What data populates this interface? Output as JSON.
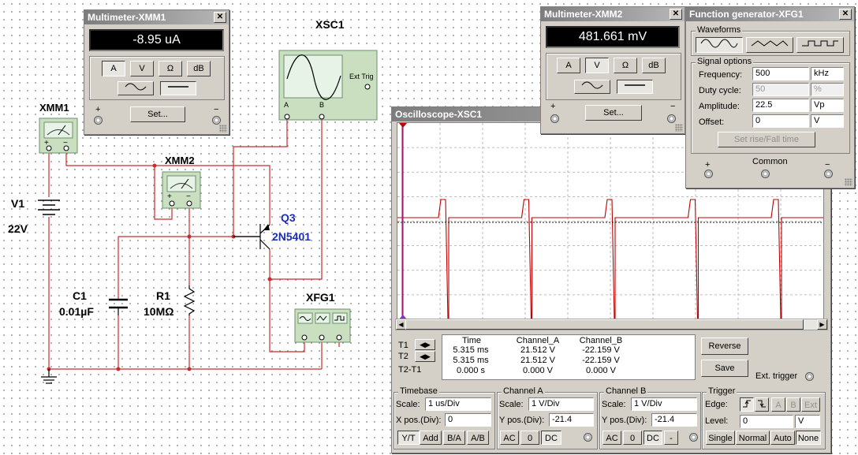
{
  "schematic": {
    "xmm1_label": "XMM1",
    "xmm2_label": "XMM2",
    "xsc1_label": "XSC1",
    "v1_name": "V1",
    "v1_value": "22V",
    "q3_name": "Q3",
    "q3_model": "2N5401",
    "c1_name": "C1",
    "c1_value": "0.01µF",
    "r1_name": "R1",
    "r1_value": "10MΩ",
    "xfg1_label": "XFG1",
    "scope_icon_a": "A",
    "scope_icon_b": "B",
    "scope_icon_ext": "Ext Trig",
    "plus": "+",
    "minus": "−"
  },
  "xmm1": {
    "title": "Multimeter-XMM1",
    "reading": "-8.95 uA",
    "btn_a": "A",
    "btn_v": "V",
    "btn_ohm": "Ω",
    "btn_db": "dB",
    "set": "Set...",
    "plus": "+",
    "minus": "−",
    "selected_mode": "A",
    "selected_coupling": "DC"
  },
  "xmm2": {
    "title": "Multimeter-XMM2",
    "reading": "481.661 mV",
    "btn_a": "A",
    "btn_v": "V",
    "btn_ohm": "Ω",
    "btn_db": "dB",
    "set": "Set...",
    "plus": "+",
    "minus": "−",
    "selected_mode": "V",
    "selected_coupling": "DC"
  },
  "fg": {
    "title": "Function generator-XFG1",
    "waveforms_label": "Waveforms",
    "signal_options_label": "Signal options",
    "frequency_label": "Frequency:",
    "frequency_value": "500",
    "frequency_unit": "kHz",
    "duty_label": "Duty cycle:",
    "duty_value": "50",
    "duty_unit": "%",
    "amplitude_label": "Amplitude:",
    "amplitude_value": "22.5",
    "amplitude_unit": "Vp",
    "offset_label": "Offset:",
    "offset_value": "0",
    "offset_unit": "V",
    "set_rise_fall": "Set rise/Fall time",
    "plus": "+",
    "common": "Common",
    "minus": "−",
    "selected_waveform": "sine"
  },
  "scope": {
    "title": "Oscilloscope-XSC1",
    "readout": {
      "headers": [
        "Time",
        "Channel_A",
        "Channel_B"
      ],
      "t1_label": "T1",
      "t2_label": "T2",
      "t2t1_label": "T2-T1",
      "t1": [
        "5.315 ms",
        "21.512 V",
        "-22.159 V"
      ],
      "t2": [
        "5.315 ms",
        "21.512 V",
        "-22.159 V"
      ],
      "t2t1": [
        "0.000 s",
        "0.000 V",
        "0.000 V"
      ]
    },
    "reverse": "Reverse",
    "save": "Save",
    "ext_trigger": "Ext. trigger",
    "timebase": {
      "label": "Timebase",
      "scale_label": "Scale:",
      "scale_value": "1 us/Div",
      "xpos_label": "X pos.(Div):",
      "xpos_value": "0",
      "buttons": [
        "Y/T",
        "Add",
        "B/A",
        "A/B"
      ],
      "selected": "Y/T"
    },
    "channel_a": {
      "label": "Channel A",
      "scale_label": "Scale:",
      "scale_value": "1 V/Div",
      "ypos_label": "Y pos.(Div):",
      "ypos_value": "-21.4",
      "buttons": [
        "AC",
        "0",
        "DC"
      ],
      "selected": "DC"
    },
    "channel_b": {
      "label": "Channel B",
      "scale_label": "Scale:",
      "scale_value": "1 V/Div",
      "ypos_label": "Y pos.(Div):",
      "ypos_value": "-21.4",
      "buttons": [
        "AC",
        "0",
        "DC",
        "-"
      ],
      "selected": "DC"
    },
    "trigger": {
      "label": "Trigger",
      "edge_label": "Edge:",
      "edge_buttons": [
        "A",
        "B",
        "Ext"
      ],
      "level_label": "Level:",
      "level_value": "0",
      "level_unit": "V",
      "mode_buttons": [
        "Single",
        "Normal",
        "Auto",
        "None"
      ],
      "selected_mode": "None"
    },
    "trace_colors": {
      "channel_a": "#c00000",
      "channel_b": "#111111",
      "cursor1": "#c00000",
      "cursor2": "#8a2be2"
    }
  },
  "colors": {
    "wire": "#cc2b2b",
    "instrument_green": "#c9dfc0",
    "window_gray": "#d4d0c8"
  }
}
